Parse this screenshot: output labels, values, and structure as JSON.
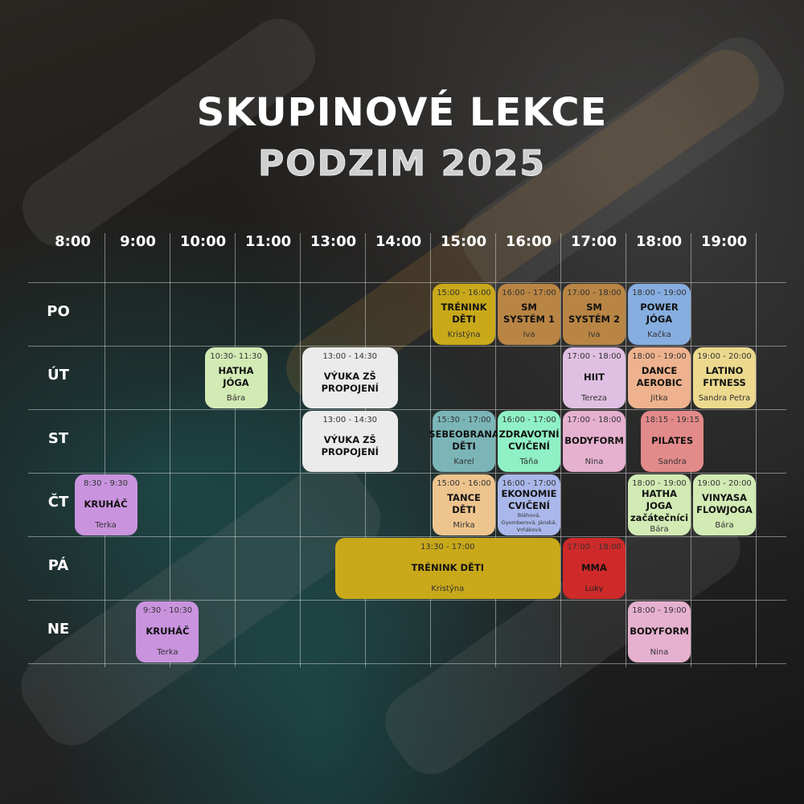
{
  "title": "SKUPINOVÉ LEKCE",
  "subtitle": "PODZIM 2025",
  "times": [
    "8:00",
    "9:00",
    "10:00",
    "11:00",
    "13:00",
    "14:00",
    "15:00",
    "16:00",
    "17:00",
    "18:00",
    "19:00"
  ],
  "days": [
    "PO",
    "ÚT",
    "ST",
    "ČT",
    "PÁ",
    "NE"
  ],
  "lessons": [
    {
      "day": 0,
      "start": 15,
      "end": 16,
      "time": "15:00 - 16:00",
      "name": "TRÉNINK DĚTI",
      "instructor": "Kristýna",
      "color": "#c9a91a"
    },
    {
      "day": 0,
      "start": 16,
      "end": 17,
      "time": "16:00 - 17:00",
      "name": "SM SYSTÉM 1",
      "instructor": "Iva",
      "color": "#b98544"
    },
    {
      "day": 0,
      "start": 17,
      "end": 18,
      "time": "17:00 - 18:00",
      "name": "SM SYSTÉM 2",
      "instructor": "Iva",
      "color": "#b98544"
    },
    {
      "day": 0,
      "start": 18,
      "end": 19,
      "time": "18:00 - 19:00",
      "name": "POWER JÓGA",
      "instructor": "Kačka",
      "color": "#86aee0"
    },
    {
      "day": 1,
      "start": 10.5,
      "end": 11.5,
      "time": "10:30- 11:30",
      "name": "HATHA JÓGA",
      "instructor": "Bára",
      "color": "#d2eab4"
    },
    {
      "day": 1,
      "start": 13,
      "end": 14.5,
      "time": "13:00 - 14:30",
      "name": "VÝUKA ZŠ PROPOJENÍ",
      "instructor": "",
      "color": "#ebebeb"
    },
    {
      "day": 1,
      "start": 17,
      "end": 18,
      "time": "17:00 - 18:00",
      "name": "HIIT",
      "instructor": "Tereza",
      "color": "#dfbfe2"
    },
    {
      "day": 1,
      "start": 18,
      "end": 19,
      "time": "18:00 - 19:00",
      "name": "DANCE AEROBIC",
      "instructor": "Jitka",
      "color": "#eeb28e"
    },
    {
      "day": 1,
      "start": 19,
      "end": 20,
      "time": "19:00 - 20:00",
      "name": "LATINO FITNESS",
      "instructor": "Sandra Petra",
      "color": "#ecd98e"
    },
    {
      "day": 2,
      "start": 13,
      "end": 14.5,
      "time": "13:00 - 14:30",
      "name": "VÝUKA ZŠ PROPOJENÍ",
      "instructor": "",
      "color": "#ebebeb"
    },
    {
      "day": 2,
      "start": 15,
      "end": 16,
      "time": "15:30 - 17:00",
      "name": "SEBEOBRANA DĚTI",
      "instructor": "Karel",
      "color": "#7bb5b8"
    },
    {
      "day": 2,
      "start": 16,
      "end": 17,
      "time": "16:00 - 17:00",
      "name": "ZDRAVOTNÍ CVIČENÍ",
      "instructor": "Táňa",
      "color": "#8ff0c6"
    },
    {
      "day": 2,
      "start": 17,
      "end": 18,
      "time": "17:00 - 18:00",
      "name": "BODYFORM",
      "instructor": "Nina",
      "color": "#e6b1cf"
    },
    {
      "day": 2,
      "start": 18.2,
      "end": 19.2,
      "time": "18:15 - 19:15",
      "name": "PILATES",
      "instructor": "Sandra",
      "color": "#e38a8a"
    },
    {
      "day": 3,
      "start": 8.5,
      "end": 9.5,
      "time": "8:30 - 9:30",
      "name": "KRUHÁČ",
      "instructor": "Terka",
      "color": "#c993de"
    },
    {
      "day": 3,
      "start": 15,
      "end": 16,
      "time": "15:00 - 16:00",
      "name": "TANCE DĚTI",
      "instructor": "Mirka",
      "color": "#eec48e"
    },
    {
      "day": 3,
      "start": 16,
      "end": 17,
      "time": "16:00 - 17:00",
      "name": "EKONOMIE CVIČENÍ",
      "instructor": "Bláhová, Gyomberová, Jánská, Vrňáková",
      "color": "#aab7ea",
      "small": true
    },
    {
      "day": 3,
      "start": 18,
      "end": 19,
      "time": "18:00 - 19:00",
      "name": "HATHA JOGA začátečníci",
      "instructor": "Bára",
      "color": "#d2eab4"
    },
    {
      "day": 3,
      "start": 19,
      "end": 20,
      "time": "19:00 - 20:00",
      "name": "VINYASA FLOWJOGA",
      "instructor": "Bára",
      "color": "#d2eab4"
    },
    {
      "day": 4,
      "start": 13.5,
      "end": 17,
      "time": "13:30 - 17:00",
      "name": "TRÉNINK DĚTI",
      "instructor": "Kristýna",
      "color": "#c9a91a"
    },
    {
      "day": 4,
      "start": 17,
      "end": 18,
      "time": "17:00 - 18:00",
      "name": "MMA",
      "instructor": "Luky",
      "color": "#cf2a2a"
    },
    {
      "day": 5,
      "start": 9.45,
      "end": 10.45,
      "time": "9:30 - 10:30",
      "name": "KRUHÁČ",
      "instructor": "Terka",
      "color": "#c993de"
    },
    {
      "day": 5,
      "start": 18,
      "end": 19,
      "time": "18:00 - 19:00",
      "name": "BODYFORM",
      "instructor": "Nina",
      "color": "#e6b1cf"
    }
  ]
}
